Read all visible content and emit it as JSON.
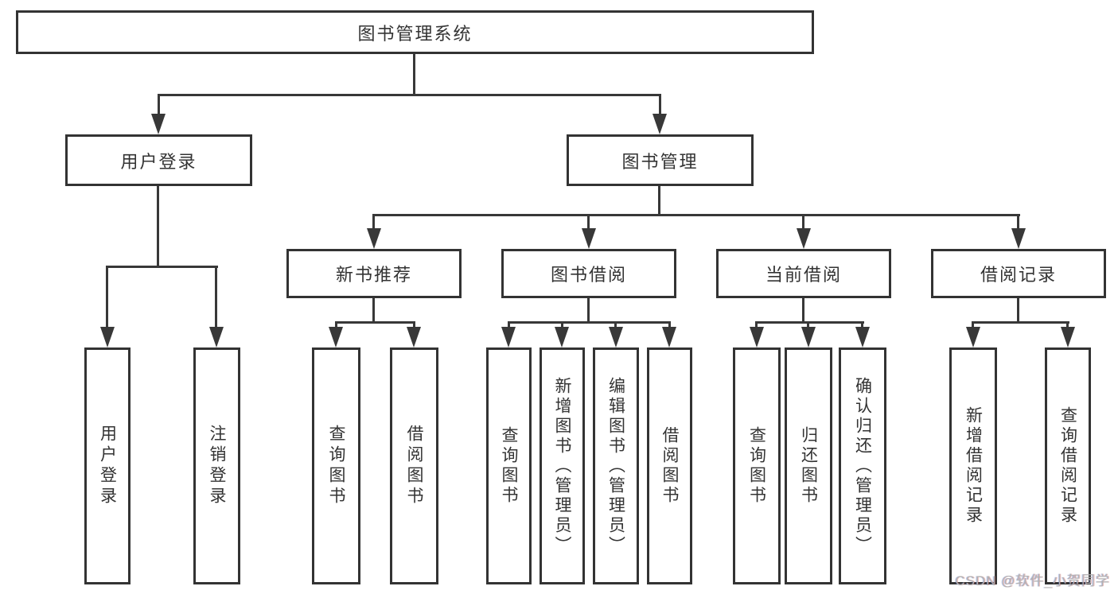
{
  "tree": {
    "root": {
      "label": "图书管理系统"
    },
    "branches": [
      {
        "label": "用户登录",
        "children": [
          {
            "label": "用户登录"
          },
          {
            "label": "注销登录"
          }
        ]
      },
      {
        "label": "图书管理",
        "children": [
          {
            "label": "新书推荐",
            "children": [
              {
                "label": "查询图书"
              },
              {
                "label": "借阅图书"
              }
            ]
          },
          {
            "label": "图书借阅",
            "children": [
              {
                "label": "查询图书"
              },
              {
                "label": "新增图书（管理员）"
              },
              {
                "label": "编辑图书（管理员）"
              },
              {
                "label": "借阅图书"
              }
            ]
          },
          {
            "label": "当前借阅",
            "children": [
              {
                "label": "查询图书"
              },
              {
                "label": "归还图书"
              },
              {
                "label": "确认归还（管理员）"
              }
            ]
          },
          {
            "label": "借阅记录",
            "children": [
              {
                "label": "新增借阅记录"
              },
              {
                "label": "查询借阅记录"
              }
            ]
          }
        ]
      }
    ]
  },
  "watermark": {
    "text": "CSDN @软件_小贺同学"
  },
  "colors": {
    "line": "#383838",
    "border": "#333333",
    "text": "#333333",
    "watermark": "#b2b2b2",
    "background": "#ffffff"
  }
}
